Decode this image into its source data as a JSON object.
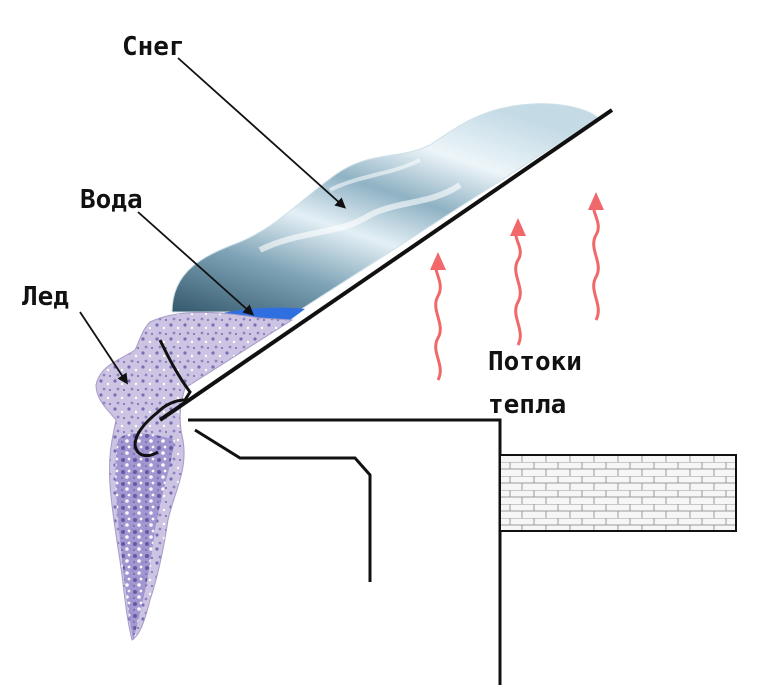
{
  "labels": {
    "snow": "Снег",
    "water": "Вода",
    "ice": "Лед",
    "heat_line1": "Потоки",
    "heat_line2": "тепла"
  },
  "colors": {
    "snow_light": "#f2f8fb",
    "snow_mid": "#b9d3df",
    "snow_dark": "#3f6a80",
    "water": "#2f6fe0",
    "ice": "#c7bddd",
    "ice_dark": "#5b4e9c",
    "heat_arrow": "#f0686a",
    "line": "#111111",
    "brick": "#f4f4f4"
  }
}
